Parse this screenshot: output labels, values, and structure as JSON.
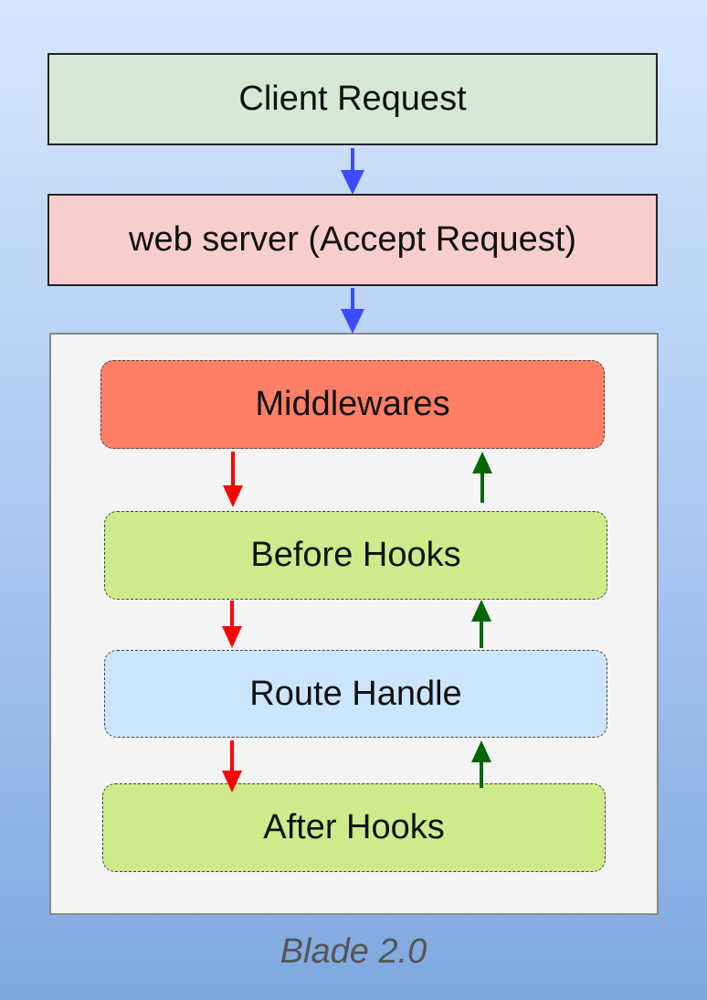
{
  "nodes": {
    "client": "Client Request",
    "server": "web server (Accept Request)",
    "middlewares": "Middlewares",
    "before_hooks": "Before Hooks",
    "route_handle": "Route Handle",
    "after_hooks": "After Hooks"
  },
  "caption": "Blade 2.0",
  "colors": {
    "client_fill": "#d5e8d4",
    "server_fill": "#f8cecc",
    "middlewares_fill": "#ff7f66",
    "hooks_fill": "#cdeb8b",
    "route_fill": "#cce5ff",
    "blue_arrow": "#3b4cff",
    "red_arrow": "#ff0000",
    "green_arrow": "#006600"
  }
}
